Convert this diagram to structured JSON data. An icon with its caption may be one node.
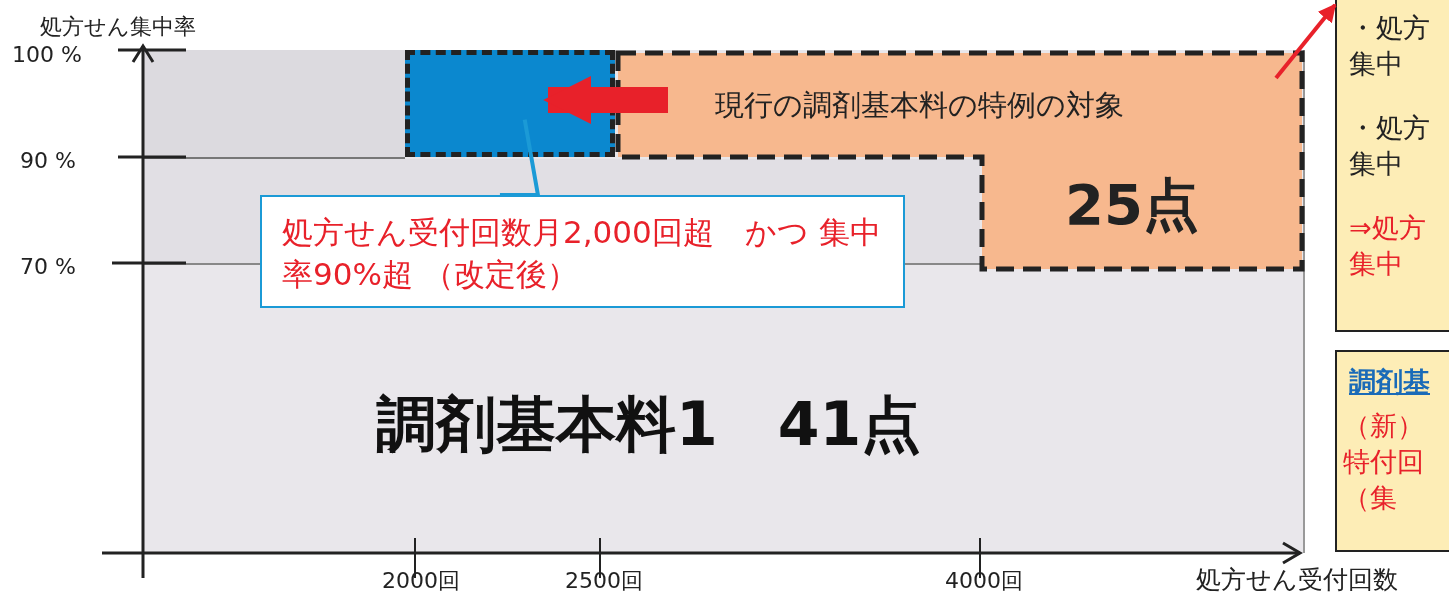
{
  "diagram": {
    "nodes": [
      {
        "text": [
          "調剤基本料1　41点"
        ]
      },
      {
        "text": [],
        "shape": "box",
        "in": 0
      },
      {
        "text": [
          "現行の調剤基本料の特例の対象",
          "25点"
        ],
        "in": 0
      },
      {
        "text": [
          "処方せん受付回数月2,000回超　かつ 集中率90%超 （改定後）"
        ],
        "in": 0
      },
      {
        "text": [
          "・処方集中",
          "・処方集中",
          "⇒処方集中"
        ]
      },
      {
        "text": [
          "調剤基",
          "（新）特付回（集"
        ]
      }
    ],
    "edges": [
      {
        "from": 2,
        "to": 1,
        "arrow": "to",
        "style": "thick",
        "color": "#e8212a"
      },
      {
        "from": 3,
        "to": 1,
        "arrow": "none",
        "color": "#1b9ad6"
      },
      {
        "from": 2,
        "to": 4,
        "arrow": "to",
        "color": "#e8212a"
      }
    ],
    "labels": [
      "処方せん集中率",
      "100 %",
      "90 %",
      "70 %",
      "2000回",
      "2500回",
      "4000回",
      "処方せん受付回数"
    ]
  }
}
